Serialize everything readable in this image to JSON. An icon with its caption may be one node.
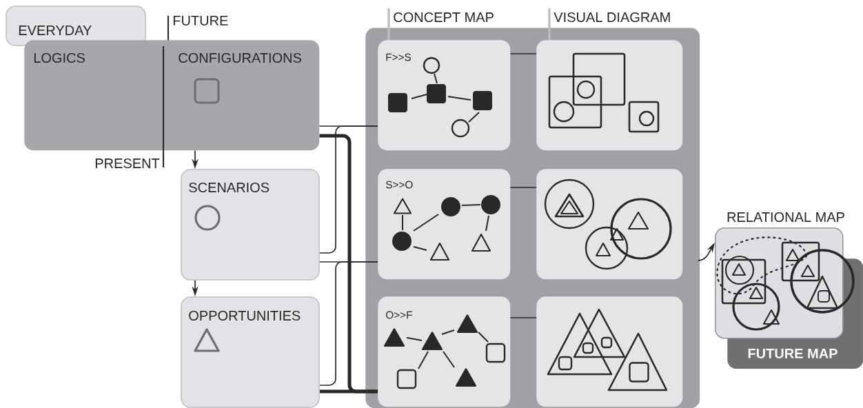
{
  "diagram": {
    "nodes": [
      {
        "text": [
          "EVERYDAY"
        ]
      },
      {
        "text": [
          "LOGICS",
          "CONFIGURATIONS"
        ]
      },
      {
        "text": [
          "SCENARIOS"
        ]
      },
      {
        "text": [
          "OPPORTUNITIES"
        ]
      },
      {
        "text": [],
        "shape": "box"
      },
      {
        "text": [
          "F>>S"
        ],
        "in": 4
      },
      {
        "text": [],
        "shape": "box",
        "in": 4
      },
      {
        "text": [
          "S>>O"
        ],
        "in": 4
      },
      {
        "text": [],
        "shape": "box",
        "in": 4
      },
      {
        "text": [
          "O>>F"
        ],
        "in": 4
      },
      {
        "text": [],
        "shape": "box",
        "in": 4
      },
      {
        "text": [
          "FUTURE MAP"
        ]
      },
      {
        "text": [
          "RELATIONAL MAP"
        ]
      }
    ],
    "edges": [
      {
        "from": 1,
        "to": 2,
        "arrow": "to"
      },
      {
        "from": 2,
        "to": 3,
        "arrow": "to"
      },
      {
        "from": 5,
        "to": 6,
        "arrow": "none"
      },
      {
        "from": 7,
        "to": 8,
        "arrow": "none"
      },
      {
        "from": 9,
        "to": 10,
        "arrow": "none"
      },
      {
        "from": 1,
        "to": 5,
        "arrow": "none"
      },
      {
        "from": 2,
        "to": 5,
        "arrow": "none"
      },
      {
        "from": 2,
        "to": 7,
        "arrow": "none"
      },
      {
        "from": 3,
        "to": 7,
        "arrow": "none"
      },
      {
        "from": 1,
        "to": 9,
        "arrow": "none",
        "style": "thick"
      },
      {
        "from": 3,
        "to": 9,
        "arrow": "none",
        "style": "thick"
      },
      {
        "from": 4,
        "to": 12,
        "arrow": "to"
      }
    ],
    "labels": [
      "FUTURE",
      "PRESENT",
      "CONCEPT MAP",
      "VISUAL DIAGRAM"
    ]
  }
}
